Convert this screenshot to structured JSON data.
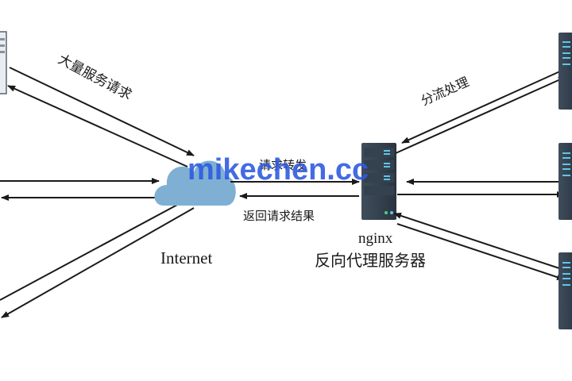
{
  "labels": {
    "mass_requests": "大量服务请求",
    "forward_request": "请求转发",
    "return_result": "返回请求结果",
    "internet": "Internet",
    "nginx": "nginx",
    "reverse_proxy": "反向代理服务器",
    "load_split": "分流处理"
  },
  "watermark": "mikechen.cc",
  "colors": {
    "cloud": "#7fb0d3",
    "arrow": "#1a1a1a",
    "watermark": "#2f5be0",
    "server_dark": "#2a3440",
    "server_light": "#3f4e5c",
    "server_led": "#5ec6ea",
    "server_led_green": "#4cd07a"
  },
  "icons": {
    "cloud": "cloud-icon",
    "server": "server-rack-icon",
    "client": "client-computer-icon"
  }
}
